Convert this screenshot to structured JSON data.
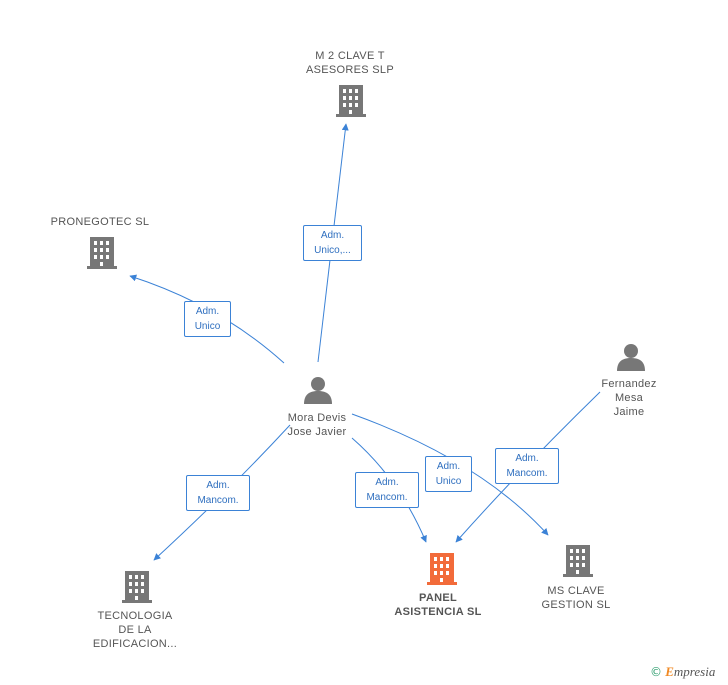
{
  "colors": {
    "edge": "#3b82d6",
    "node_icon": "#777777",
    "focus_icon": "#f26b3a",
    "text": "#555555"
  },
  "nodes": {
    "m2clave": {
      "lines": [
        "M 2 CLAVE T",
        "ASESORES SLP"
      ],
      "icon": "building-icon"
    },
    "pronegotec": {
      "lines": [
        "PRONEGOTEC SL"
      ],
      "icon": "building-icon"
    },
    "mora": {
      "lines": [
        "Mora Devis",
        "Jose Javier"
      ],
      "icon": "person-icon"
    },
    "fernandez": {
      "lines": [
        "Fernandez",
        "Mesa",
        "Jaime"
      ],
      "icon": "person-icon"
    },
    "tecnologia": {
      "lines": [
        "TECNOLOGIA",
        "DE LA",
        "EDIFICACION..."
      ],
      "icon": "building-icon"
    },
    "panel": {
      "lines": [
        "PANEL",
        "ASISTENCIA SL"
      ],
      "icon": "building-icon"
    },
    "ms": {
      "lines": [
        "MS CLAVE",
        "GESTION SL"
      ],
      "icon": "building-icon"
    }
  },
  "edges": {
    "mora_m2": [
      "Adm.",
      "Unico,..."
    ],
    "mora_pronegotec": [
      "Adm.",
      "Unico"
    ],
    "mora_tecnologia": [
      "Adm.",
      "Mancom."
    ],
    "mora_panel": [
      "Adm.",
      "Mancom."
    ],
    "mora_ms": [
      "Adm.",
      "Unico"
    ],
    "fernandez_panel": [
      "Adm.",
      "Mancom."
    ]
  },
  "brand": {
    "copyright": "©",
    "initial": "E",
    "rest": "mpresia"
  }
}
